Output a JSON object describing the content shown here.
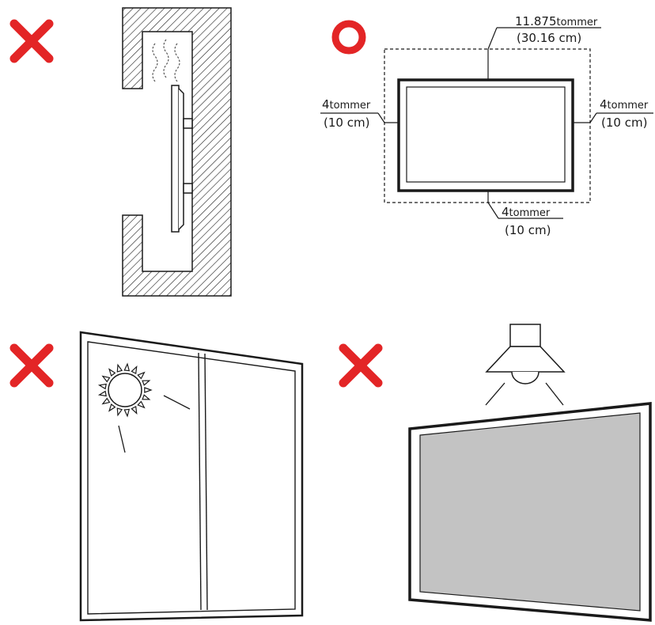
{
  "colors": {
    "mark": "#e32526",
    "ink": "#1a1a1a",
    "screen_fill": "#c3c3c3"
  },
  "panels": [
    {
      "id": "wall-recess",
      "mark": "x-icon"
    },
    {
      "id": "clearance",
      "mark": "circle-icon"
    },
    {
      "id": "sunlight-window",
      "mark": "x-icon"
    },
    {
      "id": "overhead-lamp",
      "mark": "x-icon"
    }
  ],
  "clearance": {
    "top": {
      "value": "11.875",
      "unit": "tommer",
      "metric": "(30.16 cm)"
    },
    "left": {
      "value": "4",
      "unit": "tommer",
      "metric": "(10 cm)"
    },
    "right": {
      "value": "4",
      "unit": "tommer",
      "metric": "(10 cm)"
    },
    "bottom": {
      "value": "4",
      "unit": "tommer",
      "metric": "(10 cm)"
    }
  }
}
